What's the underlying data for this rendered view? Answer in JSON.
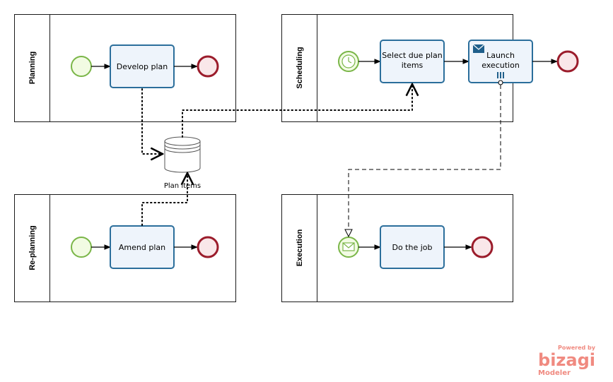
{
  "pools": {
    "planning": "Planning",
    "scheduling": "Scheduling",
    "replanning": "Re-planning",
    "execution": "Execution"
  },
  "tasks": {
    "develop_plan": "Develop plan",
    "select_due_line1": "Select due plan",
    "select_due_line2": "items",
    "launch_line1": "Launch",
    "launch_line2": "execution",
    "amend_plan": "Amend plan",
    "do_job": "Do the job"
  },
  "data_store": {
    "label": "Plan items"
  },
  "branding": {
    "powered_by": "Powered by",
    "brand": "bizagi",
    "product": "Modeler"
  },
  "colors": {
    "task_stroke": "#2b6e9b",
    "task_fill": "#eef4fb",
    "start_stroke": "#7ab648",
    "end_stroke": "#9b1c2b",
    "brand": "#f08a80"
  }
}
